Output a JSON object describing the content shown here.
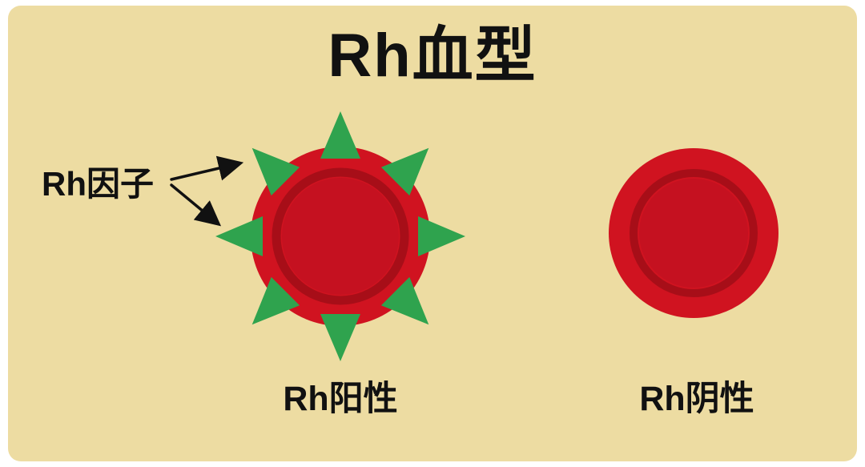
{
  "title": "Rh血型",
  "factor_label": "Rh因子",
  "cells": [
    {
      "id": "rh-positive",
      "caption": "Rh阳性",
      "has_antigens": true,
      "antigen_count": 8
    },
    {
      "id": "rh-negative",
      "caption": "Rh阴性",
      "has_antigens": false,
      "antigen_count": 0
    }
  ],
  "colors": {
    "background": "#eddca2",
    "page_margin": "#ffffff",
    "cell_red": "#d01320",
    "cell_ring": "#a70e18",
    "cell_inner": "#c51120",
    "antigen_green": "#2fa34e",
    "arrow": "#111111",
    "text": "#111111"
  }
}
